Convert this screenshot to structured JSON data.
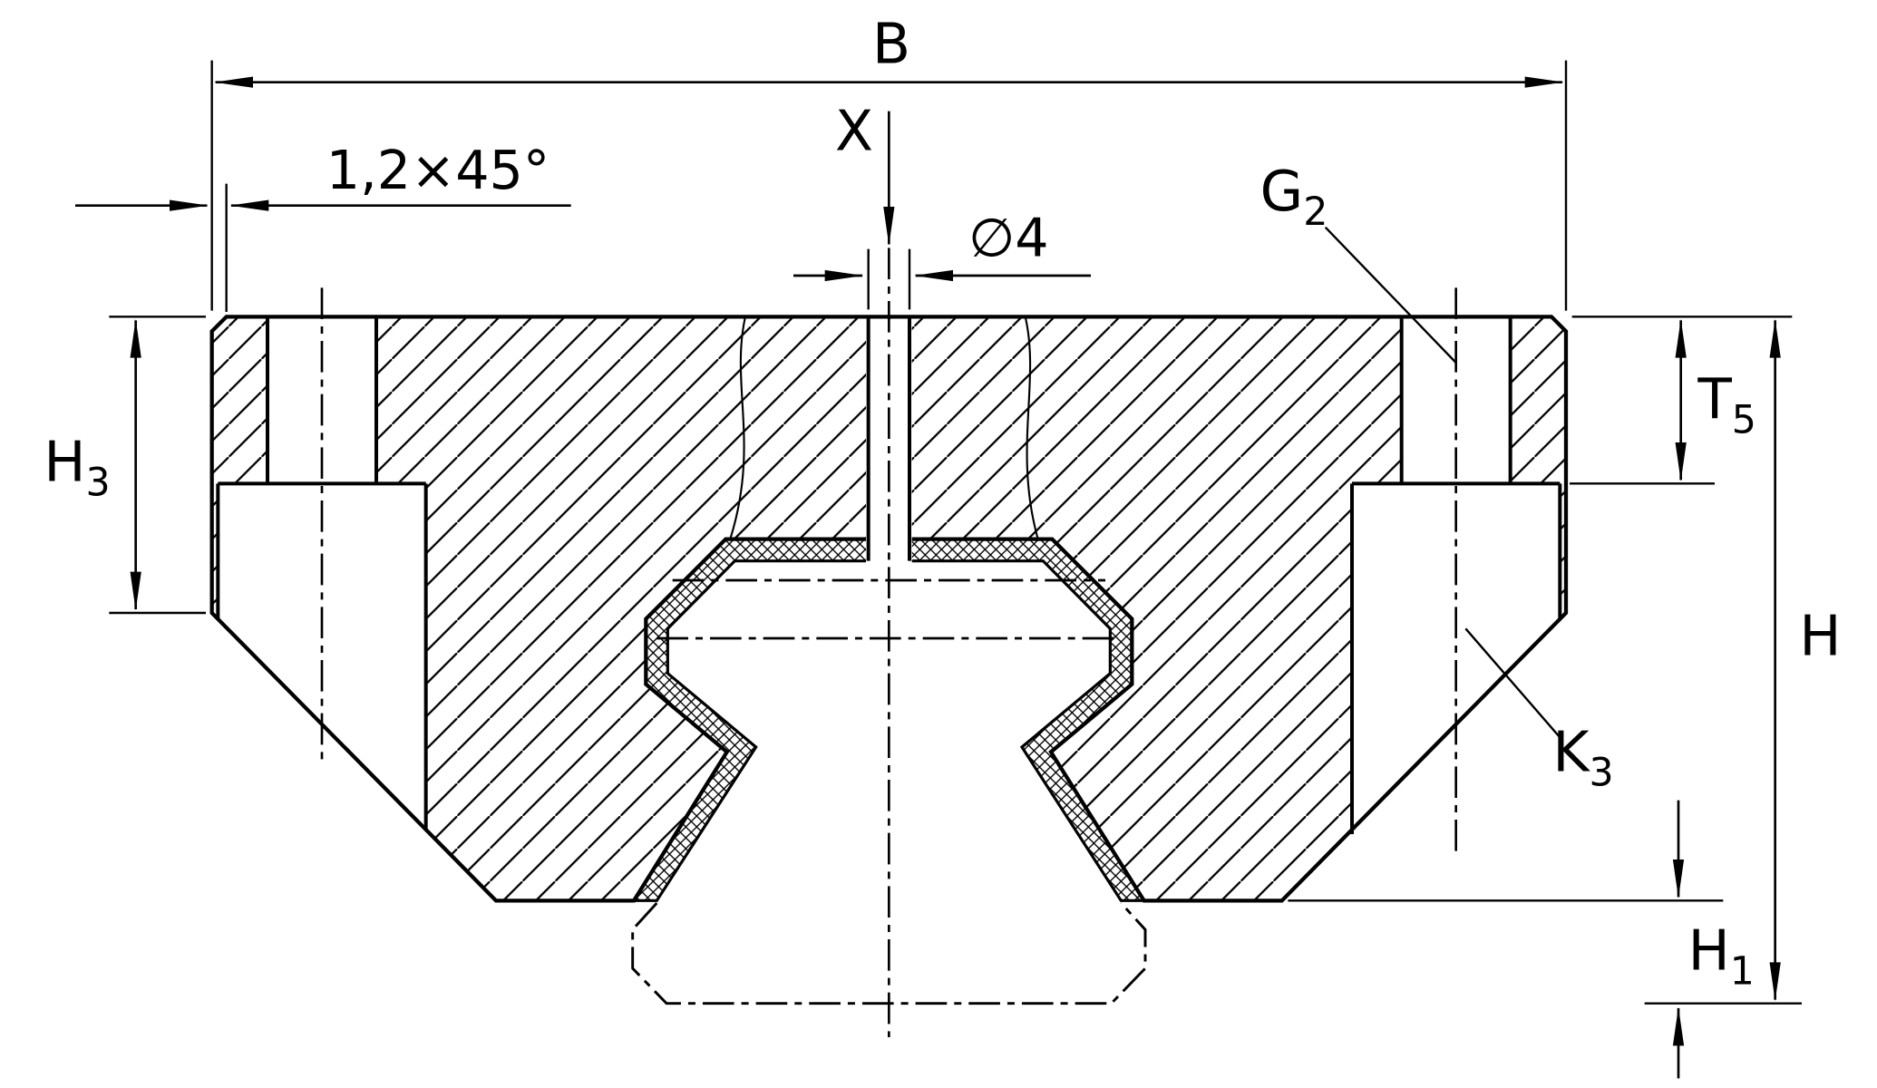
{
  "page": {
    "background": "#ffffff",
    "ink": "#000000",
    "description": "Technical cross-section drawing of a linear guideway carriage rail with hatched section, threaded mounting holes, seal strip and dimension callouts"
  },
  "drawing": {
    "labels": {
      "b": {
        "text": "B"
      },
      "x": {
        "text": "X"
      },
      "dia4": {
        "text": "∅4"
      },
      "chamfer": {
        "text": "1,2×45°"
      },
      "g2": {
        "text": "G",
        "sub": "2"
      },
      "h3": {
        "text": "H",
        "sub": "3"
      },
      "t5": {
        "text": "T",
        "sub": "5"
      },
      "h": {
        "text": "H"
      },
      "k3": {
        "text": "K",
        "sub": "3"
      },
      "h1": {
        "text": "H",
        "sub": "1"
      }
    }
  }
}
